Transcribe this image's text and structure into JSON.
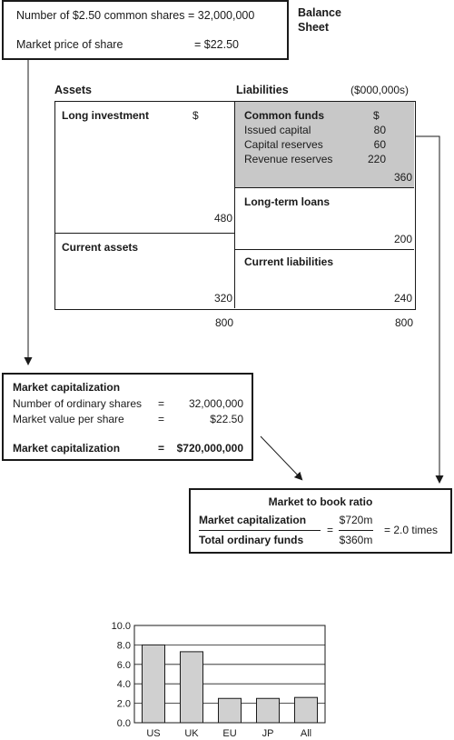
{
  "share_info": {
    "shares_line": "Number of $2.50 common shares = 32,000,000",
    "price_label": "Market price of share",
    "price_value": "= $22.50"
  },
  "balance_sheet_title": "Balance Sheet",
  "assets_heading": "Assets",
  "liabilities_heading": "Liabilities",
  "units": "($000,000s)",
  "assets": {
    "long_investment_label": "Long investment",
    "long_investment_currency": "$",
    "long_investment_value": "480",
    "current_assets_label": "Current assets",
    "current_assets_value": "320",
    "total": "800"
  },
  "liabilities": {
    "common_funds_label": "Common funds",
    "common_funds_currency": "$",
    "items": [
      {
        "label": "Issued capital",
        "value": "80"
      },
      {
        "label": "Capital reserves",
        "value": "60"
      },
      {
        "label": "Revenue reserves",
        "value": "220"
      }
    ],
    "common_funds_total": "360",
    "long_term_loans_label": "Long-term loans",
    "long_term_loans_value": "200",
    "current_liabilities_label": "Current liabilities",
    "current_liabilities_value": "240",
    "total": "800"
  },
  "market_cap": {
    "title": "Market capitalization",
    "row1_label": "Number of ordinary shares",
    "row1_eq": "=",
    "row1_value": "32,000,000",
    "row2_label": "Market value per share",
    "row2_eq": "=",
    "row2_value": "$22.50",
    "total_label": "Market capitalization",
    "total_eq": "=",
    "total_value": "$720,000,000"
  },
  "ratio": {
    "title": "Market to book ratio",
    "numerator": "Market capitalization",
    "denominator": "Total ordinary funds",
    "eq1": "=",
    "num_value": "$720m",
    "den_value": "$360m",
    "result": "= 2.0 times"
  },
  "colors": {
    "common_funds_fill": "#c8c8c8",
    "bar_fill": "#d0d0d0",
    "ink": "#1a1a1a"
  },
  "chart_data": {
    "type": "bar",
    "categories": [
      "US",
      "UK",
      "EU",
      "JP",
      "All"
    ],
    "values": [
      8.0,
      7.3,
      2.5,
      2.5,
      2.6
    ],
    "ylim": [
      0,
      10
    ],
    "yticks": [
      "0.0",
      "2.0",
      "4.0",
      "6.0",
      "8.0",
      "10.0"
    ],
    "title": "",
    "xlabel": "",
    "ylabel": "",
    "grid": true
  }
}
